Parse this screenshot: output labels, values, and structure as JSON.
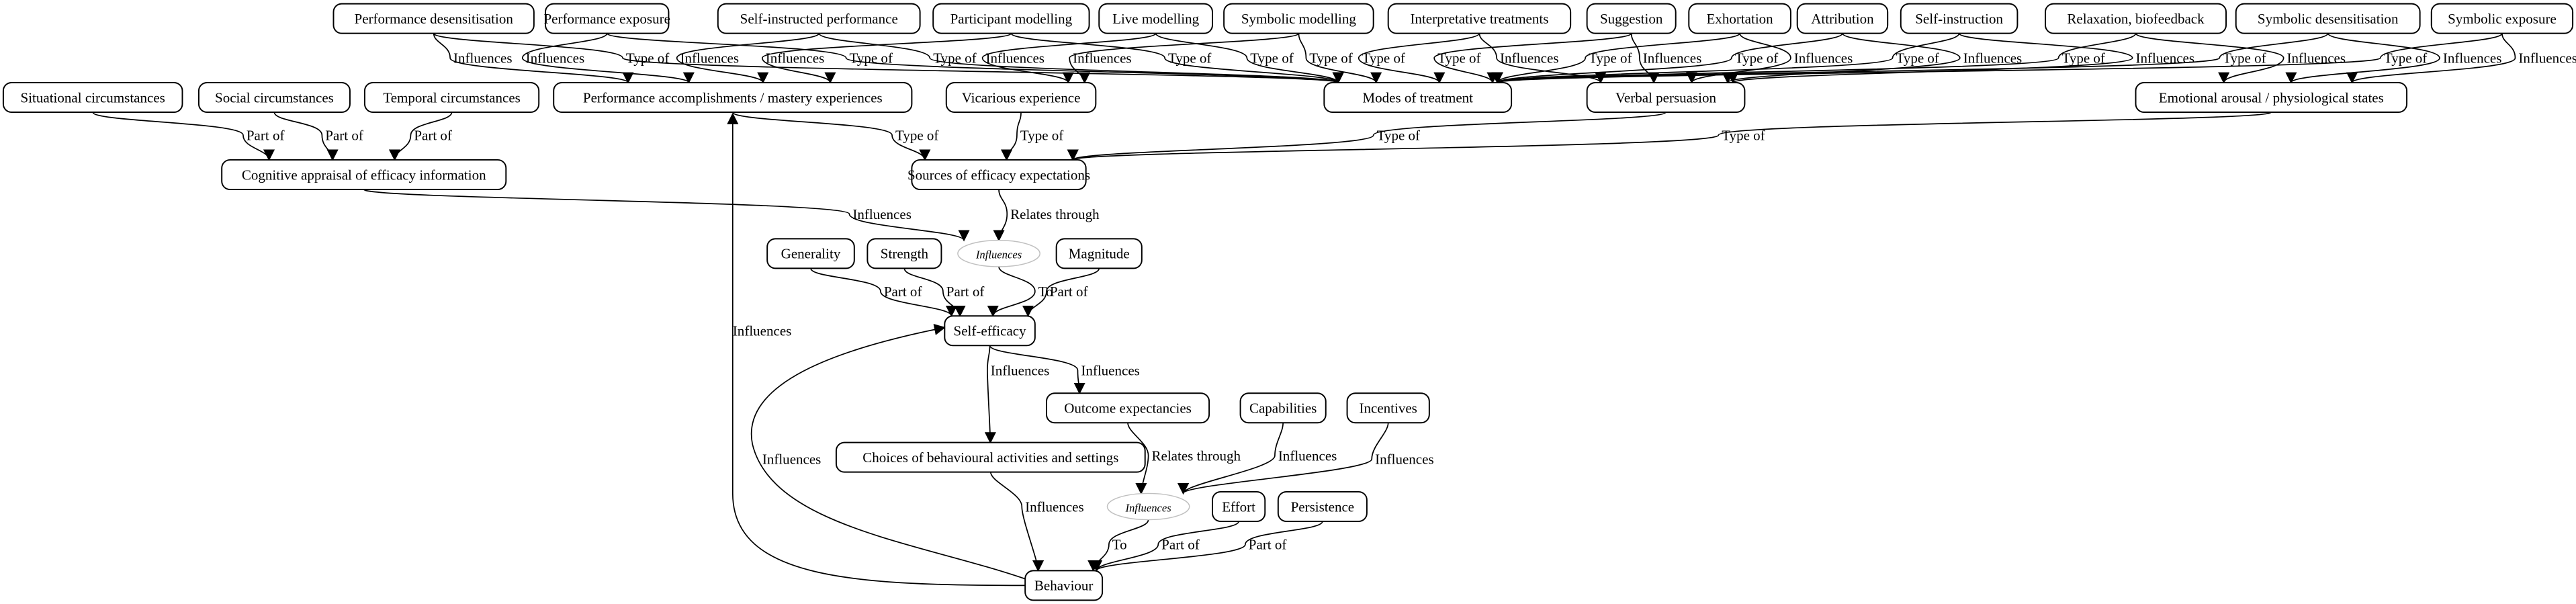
{
  "nodes": [
    {
      "id": "perf_desens",
      "label": "Performance desensitisation"
    },
    {
      "id": "perf_exposure",
      "label": "Performance exposure"
    },
    {
      "id": "self_instr_perf",
      "label": "Self-instructed performance"
    },
    {
      "id": "participant_modelling",
      "label": "Participant modelling"
    },
    {
      "id": "live_modelling",
      "label": "Live modelling"
    },
    {
      "id": "symbolic_modelling",
      "label": "Symbolic modelling"
    },
    {
      "id": "interpretative",
      "label": "Interpretative treatments"
    },
    {
      "id": "suggestion",
      "label": "Suggestion"
    },
    {
      "id": "exhortation",
      "label": "Exhortation"
    },
    {
      "id": "attribution",
      "label": "Attribution"
    },
    {
      "id": "self_instruction",
      "label": "Self-instruction"
    },
    {
      "id": "relaxation",
      "label": "Relaxation, biofeedback"
    },
    {
      "id": "symbolic_desens",
      "label": "Symbolic desensitisation"
    },
    {
      "id": "symbolic_exposure",
      "label": "Symbolic exposure"
    },
    {
      "id": "situational",
      "label": "Situational circumstances"
    },
    {
      "id": "social",
      "label": "Social circumstances"
    },
    {
      "id": "temporal",
      "label": "Temporal circumstances"
    },
    {
      "id": "perf_accomp",
      "label": "Performance accomplishments / mastery experiences"
    },
    {
      "id": "vicarious",
      "label": "Vicarious experience"
    },
    {
      "id": "modes",
      "label": "Modes of treatment"
    },
    {
      "id": "verbal",
      "label": "Verbal persuasion"
    },
    {
      "id": "emotional",
      "label": "Emotional arousal / physiological states"
    },
    {
      "id": "cognitive",
      "label": "Cognitive appraisal of efficacy information"
    },
    {
      "id": "sources",
      "label": "Sources of efficacy expectations"
    },
    {
      "id": "rel1",
      "label": "Influences",
      "shape": "ellipse"
    },
    {
      "id": "generality",
      "label": "Generality"
    },
    {
      "id": "strength",
      "label": "Strength"
    },
    {
      "id": "magnitude",
      "label": "Magnitude"
    },
    {
      "id": "self_efficacy",
      "label": "Self-efficacy"
    },
    {
      "id": "outcome",
      "label": "Outcome expectancies"
    },
    {
      "id": "capabilities",
      "label": "Capabilities"
    },
    {
      "id": "incentives",
      "label": "Incentives"
    },
    {
      "id": "choices",
      "label": "Choices of behavioural activities and settings"
    },
    {
      "id": "rel2",
      "label": "Influences",
      "shape": "ellipse"
    },
    {
      "id": "effort",
      "label": "Effort"
    },
    {
      "id": "persistence",
      "label": "Persistence"
    },
    {
      "id": "behaviour",
      "label": "Behaviour"
    }
  ],
  "edges": [
    {
      "from": "perf_desens",
      "to": "perf_accomp",
      "label": "Influences"
    },
    {
      "from": "perf_desens",
      "to": "modes",
      "label": "Type of"
    },
    {
      "from": "perf_exposure",
      "to": "perf_accomp",
      "label": "Influences"
    },
    {
      "from": "perf_exposure",
      "to": "modes",
      "label": "Type of"
    },
    {
      "from": "self_instr_perf",
      "to": "perf_accomp",
      "label": "Influences"
    },
    {
      "from": "self_instr_perf",
      "to": "modes",
      "label": "Type of"
    },
    {
      "from": "participant_modelling",
      "to": "perf_accomp",
      "label": "Influences"
    },
    {
      "from": "participant_modelling",
      "to": "modes",
      "label": "Type of"
    },
    {
      "from": "live_modelling",
      "to": "vicarious",
      "label": "Influences"
    },
    {
      "from": "live_modelling",
      "to": "modes",
      "label": "Type of"
    },
    {
      "from": "symbolic_modelling",
      "to": "vicarious",
      "label": "Influences"
    },
    {
      "from": "symbolic_modelling",
      "to": "modes",
      "label": "Type of"
    },
    {
      "from": "interpretative",
      "to": "modes",
      "label": "Type of"
    },
    {
      "from": "interpretative",
      "to": "verbal",
      "label": "Influences"
    },
    {
      "from": "suggestion",
      "to": "modes",
      "label": "Type of"
    },
    {
      "from": "suggestion",
      "to": "verbal",
      "label": "Influences"
    },
    {
      "from": "exhortation",
      "to": "modes",
      "label": "Type of"
    },
    {
      "from": "exhortation",
      "to": "verbal",
      "label": "Influences"
    },
    {
      "from": "attribution",
      "to": "modes",
      "label": "Type of"
    },
    {
      "from": "attribution",
      "to": "verbal",
      "label": "Influences"
    },
    {
      "from": "self_instruction",
      "to": "modes",
      "label": "Type of"
    },
    {
      "from": "self_instruction",
      "to": "verbal",
      "label": "Influences"
    },
    {
      "from": "relaxation",
      "to": "modes",
      "label": "Type of"
    },
    {
      "from": "relaxation",
      "to": "emotional",
      "label": "Influences"
    },
    {
      "from": "symbolic_desens",
      "to": "modes",
      "label": "Type of"
    },
    {
      "from": "symbolic_desens",
      "to": "emotional",
      "label": "Influences"
    },
    {
      "from": "symbolic_exposure",
      "to": "modes",
      "label": "Type of"
    },
    {
      "from": "symbolic_exposure",
      "to": "emotional",
      "label": "Influences"
    },
    {
      "from": "situational",
      "to": "cognitive",
      "label": "Part of"
    },
    {
      "from": "social",
      "to": "cognitive",
      "label": "Part of"
    },
    {
      "from": "temporal",
      "to": "cognitive",
      "label": "Part of"
    },
    {
      "from": "perf_accomp",
      "to": "sources",
      "label": "Type of"
    },
    {
      "from": "vicarious",
      "to": "sources",
      "label": "Type of"
    },
    {
      "from": "verbal",
      "to": "sources",
      "label": "Type of"
    },
    {
      "from": "emotional",
      "to": "sources",
      "label": "Type of"
    },
    {
      "from": "cognitive",
      "to": "rel1",
      "label": "Influences"
    },
    {
      "from": "sources",
      "to": "rel1",
      "label": "Relates through"
    },
    {
      "from": "rel1",
      "to": "self_efficacy",
      "label": "To"
    },
    {
      "from": "generality",
      "to": "self_efficacy",
      "label": "Part of"
    },
    {
      "from": "strength",
      "to": "self_efficacy",
      "label": "Part of"
    },
    {
      "from": "magnitude",
      "to": "self_efficacy",
      "label": "Part of"
    },
    {
      "from": "self_efficacy",
      "to": "choices",
      "label": "Influences"
    },
    {
      "from": "self_efficacy",
      "to": "outcome",
      "label": "Influences"
    },
    {
      "from": "outcome",
      "to": "rel2",
      "label": "Relates through"
    },
    {
      "from": "capabilities",
      "to": "rel2",
      "label": "Influences"
    },
    {
      "from": "incentives",
      "to": "rel2",
      "label": "Influences"
    },
    {
      "from": "choices",
      "to": "behaviour",
      "label": "Influences"
    },
    {
      "from": "rel2",
      "to": "behaviour",
      "label": "To"
    },
    {
      "from": "effort",
      "to": "behaviour",
      "label": "Part of"
    },
    {
      "from": "persistence",
      "to": "behaviour",
      "label": "Part of"
    },
    {
      "from": "behaviour",
      "to": "self_efficacy",
      "label": "Influences"
    },
    {
      "from": "behaviour",
      "to": "perf_accomp",
      "label": "Influences"
    }
  ]
}
